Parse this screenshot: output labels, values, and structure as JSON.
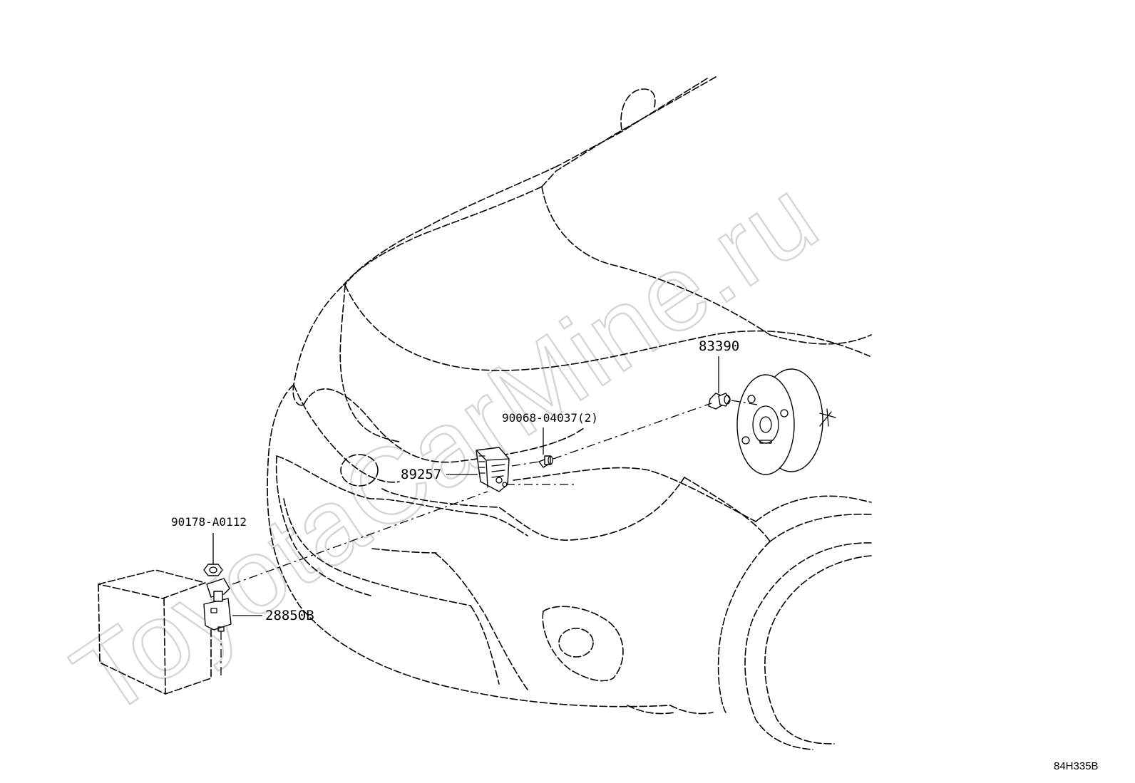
{
  "diagram": {
    "labels": {
      "part_83390": "83390",
      "part_90068": "90068-04037(2)",
      "part_89257": "89257",
      "part_90178": "90178-A0112",
      "part_28850B": "28850B"
    },
    "figure_code": "84H335B",
    "watermark": "ToyotaCarMine.ru"
  }
}
